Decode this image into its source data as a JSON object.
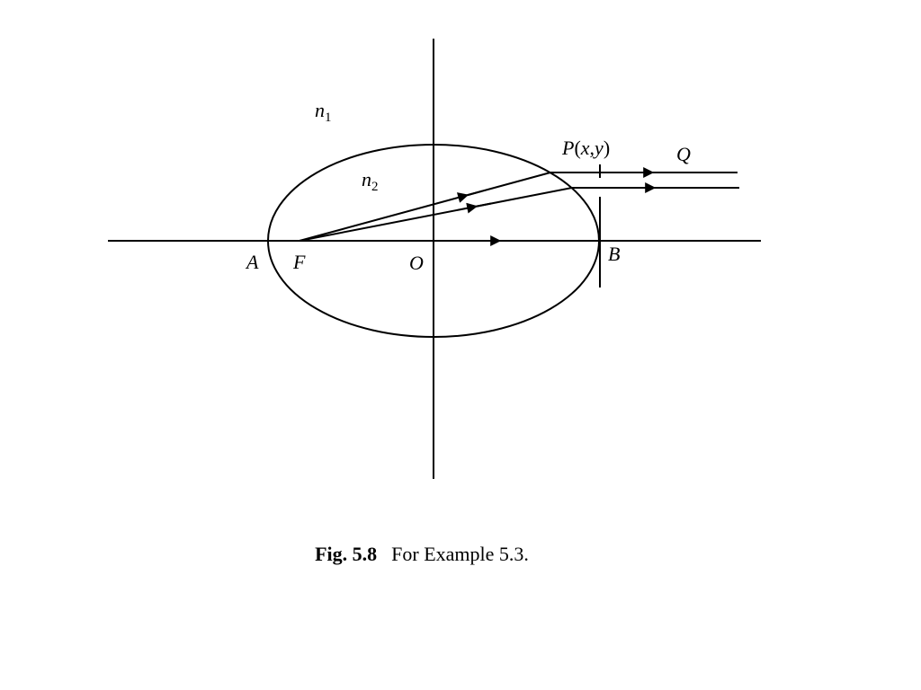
{
  "labels": {
    "n1": {
      "main": "n",
      "sub": "1"
    },
    "n2": {
      "main": "n",
      "sub": "2"
    },
    "P": {
      "main": "P",
      "open": "(",
      "x": "x",
      "comma": ",",
      "y": "y",
      "close": ")"
    },
    "Q": "Q",
    "A": "A",
    "F": "F",
    "O": "O",
    "B": "B"
  },
  "caption": {
    "label": "Fig. 5.8",
    "text": "For Example 5.3."
  },
  "colors": {
    "ink": "#000000",
    "background": "#ffffff"
  }
}
